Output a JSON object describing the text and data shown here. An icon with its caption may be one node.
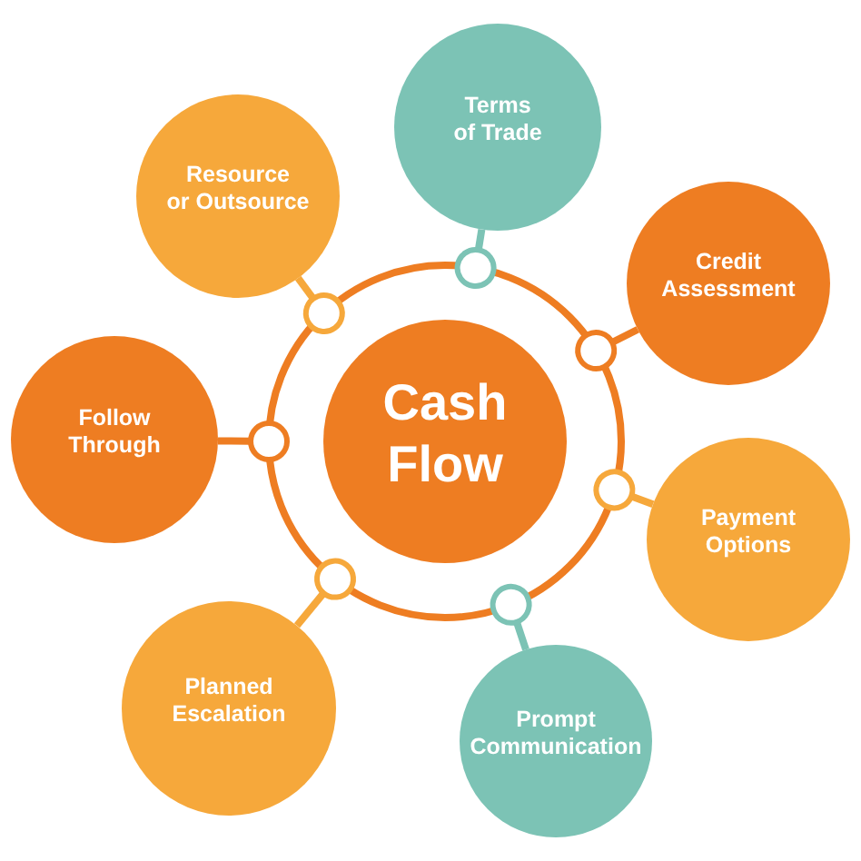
{
  "diagram": {
    "nodes": [
      {
        "text": [],
        "shape": "circle"
      },
      {
        "text": [
          "Cash Flow"
        ],
        "in": 0
      },
      {
        "text": [
          "Terms of Trade"
        ]
      },
      {
        "text": [
          "Credit Assessment"
        ]
      },
      {
        "text": [
          "Payment Options"
        ]
      },
      {
        "text": [
          "Prompt Communication"
        ]
      },
      {
        "text": [
          "Planned Escalation"
        ]
      },
      {
        "text": [
          "Follow Through"
        ]
      },
      {
        "text": [
          "Resource or Outsource"
        ]
      }
    ],
    "edges": [
      {
        "from": 0,
        "to": 2,
        "arrow": "other",
        "color": "#7cc3b5"
      },
      {
        "from": 0,
        "to": 3,
        "arrow": "other",
        "color": "#ee7d22"
      },
      {
        "from": 0,
        "to": 4,
        "arrow": "other"
      },
      {
        "from": 0,
        "to": 5,
        "arrow": "other",
        "color": "#7cc3b5"
      },
      {
        "from": 0,
        "to": 6,
        "arrow": "other"
      },
      {
        "from": 0,
        "to": 7,
        "arrow": "other",
        "color": "#ee7d22"
      },
      {
        "from": 0,
        "to": 8,
        "arrow": "other"
      }
    ]
  }
}
